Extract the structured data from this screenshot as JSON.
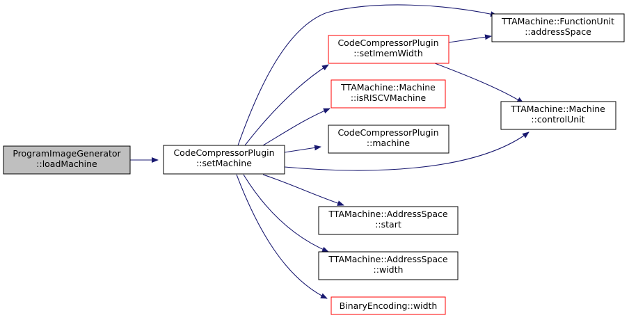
{
  "colors": {
    "edge": "#191970",
    "border_normal": "#000000",
    "border_highlight": "#ff0000",
    "fill_normal": "#ffffff",
    "fill_root": "#bfbfbf"
  },
  "nodes": {
    "load_machine": {
      "line1": "ProgramImageGenerator",
      "line2": "::loadMachine"
    },
    "set_machine": {
      "line1": "CodeCompressorPlugin",
      "line2": "::setMachine"
    },
    "function_unit_address_space": {
      "line1": "TTAMachine::FunctionUnit",
      "line2": "::addressSpace"
    },
    "set_imem_width": {
      "line1": "CodeCompressorPlugin",
      "line2": "::setImemWidth"
    },
    "is_riscv_machine": {
      "line1": "TTAMachine::Machine",
      "line2": "::isRISCVMachine"
    },
    "control_unit": {
      "line1": "TTAMachine::Machine",
      "line2": "::controlUnit"
    },
    "plugin_machine": {
      "line1": "CodeCompressorPlugin",
      "line2": "::machine"
    },
    "address_space_start": {
      "line1": "TTAMachine::AddressSpace",
      "line2": "::start"
    },
    "address_space_width": {
      "line1": "TTAMachine::AddressSpace",
      "line2": "::width"
    },
    "binary_encoding_width": {
      "line1": "BinaryEncoding::width"
    }
  }
}
